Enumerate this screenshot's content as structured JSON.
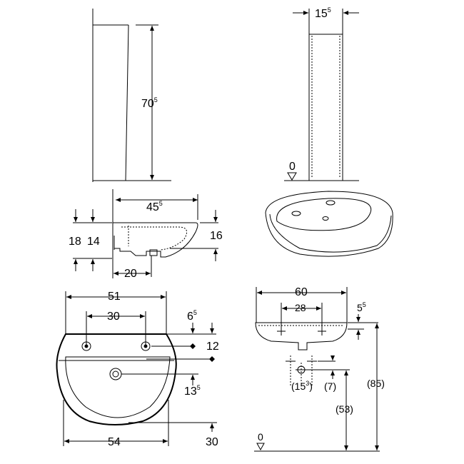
{
  "dimensions": {
    "pedestal_height": {
      "main": "70",
      "sup": "5"
    },
    "pedestal_width": {
      "main": "15",
      "sup": "5"
    },
    "floor_level_top": "0",
    "side_depth": {
      "main": "45",
      "sup": "5"
    },
    "side_height_18": "18",
    "side_height_14": "14",
    "side_height_16": "16",
    "side_offset_20": "20",
    "top_width_51": "51",
    "top_holes_30": "30",
    "top_offset_6": {
      "main": "6",
      "sup": "5"
    },
    "top_12": "12",
    "top_13": {
      "main": "13",
      "sup": "5"
    },
    "top_width_54": "54",
    "top_30_bottom": "30",
    "front_width_60": "60",
    "front_holes_28": "28",
    "front_5": {
      "main": "5",
      "sup": "5"
    },
    "front_15_paren": {
      "pre": "(15",
      "sup": "3",
      "post": ")"
    },
    "front_7": "(7)",
    "front_85": "(85)",
    "front_53": "(53)",
    "floor_level_bottom": "0"
  }
}
